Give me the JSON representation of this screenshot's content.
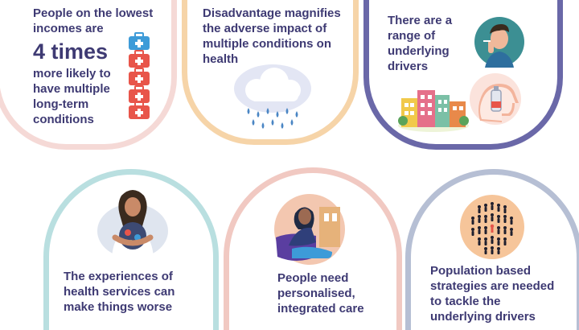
{
  "colors": {
    "text": "#3e3a73",
    "card1_border": "#f5d9d6",
    "card2_border": "#f6d4a8",
    "card3_border": "#6a68a8",
    "card4_border": "#b9dfe0",
    "card5_border": "#f1c9c2",
    "card6_border": "#b6bfd4",
    "toolbox": "#e8554a",
    "toolbox_top": "#3d9bd8"
  },
  "card1": {
    "line1": "People on the lowest",
    "line2": "incomes are",
    "emphasis": "4 times",
    "line3": "more likely to",
    "line4": "have multiple",
    "line5": "long-term",
    "line6": "conditions",
    "icon": "medical-kit-icon"
  },
  "card2": {
    "line1": "Disadvantage magnifies",
    "line2": "the adverse impact of",
    "line3": "multiple conditions on",
    "line4": "health",
    "icon": "rain-cloud-icon"
  },
  "card3": {
    "line1": "There are a",
    "line2": "range of",
    "line3": "underlying",
    "line4": "drivers",
    "icons": [
      "smoking-person-icon",
      "housing-icon",
      "head-with-bottle-icon"
    ]
  },
  "card4": {
    "line1": "The experiences of",
    "line2": "health services can",
    "line3": "make things worse",
    "icon": "person-hugging-icon"
  },
  "card5": {
    "line1": "People need",
    "line2": "personalised,",
    "line3": "integrated care",
    "icon": "person-sitting-icon"
  },
  "card6": {
    "line1": "Population based",
    "line2": "strategies are needed",
    "line3": "to tackle the",
    "line4": "underlying drivers",
    "icon": "crowd-icon"
  }
}
